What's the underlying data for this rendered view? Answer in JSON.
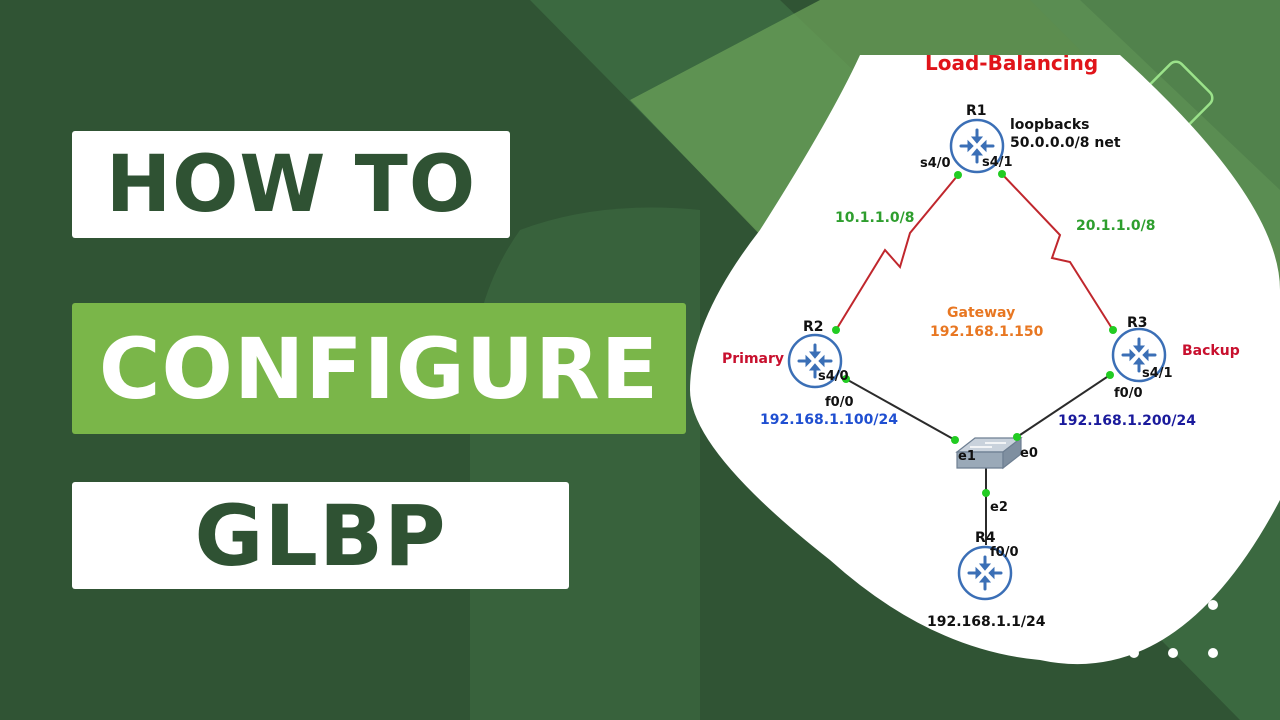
{
  "title": {
    "line1": "HOW TO",
    "line2": "CONFIGURE",
    "line3": "GLBP"
  },
  "diagram": {
    "banner": "Load-Balancing",
    "gateway": {
      "label": "Gateway",
      "ip": "192.168.1.150"
    },
    "routers": [
      {
        "id": "r1",
        "name": "R1"
      },
      {
        "id": "r2",
        "name": "R2",
        "role": "Primary"
      },
      {
        "id": "r3",
        "name": "R3",
        "role": "Backup"
      },
      {
        "id": "r4",
        "name": "R4"
      }
    ],
    "interfaces": {
      "r1_s40": "s4/0",
      "r1_s41": "s4/1",
      "r2_s40": "s4/0",
      "r2_f00": "f0/0",
      "r3_s41": "s4/1",
      "r3_f00": "f0/0",
      "r4_f00": "f0/0",
      "sw_e0": "e0",
      "sw_e1": "e1",
      "sw_e2": "e2"
    },
    "r1_note": {
      "line1": "loopbacks",
      "line2": "50.0.0.0/8 net"
    },
    "networks": {
      "left": "10.1.1.0/8",
      "right": "20.1.1.0/8"
    },
    "hosts": {
      "r2": "192.168.1.100/24",
      "r3": "192.168.1.200/24",
      "r4": "192.168.1.1/24"
    }
  },
  "colors": {
    "background": "#305434",
    "accent_green": "#7ab649",
    "title_text": "#2f5233",
    "serial_link": "#c0272d",
    "ethernet_link": "#2b2b2b",
    "port_dot": "#22cc22",
    "network_label": "#2e9e2e",
    "gateway_label": "#e87722",
    "role_label": "#c8102e",
    "ip_blue": "#1f4fd1",
    "ip_navy": "#1a1a9c",
    "router_blue": "#3b6fb6"
  }
}
